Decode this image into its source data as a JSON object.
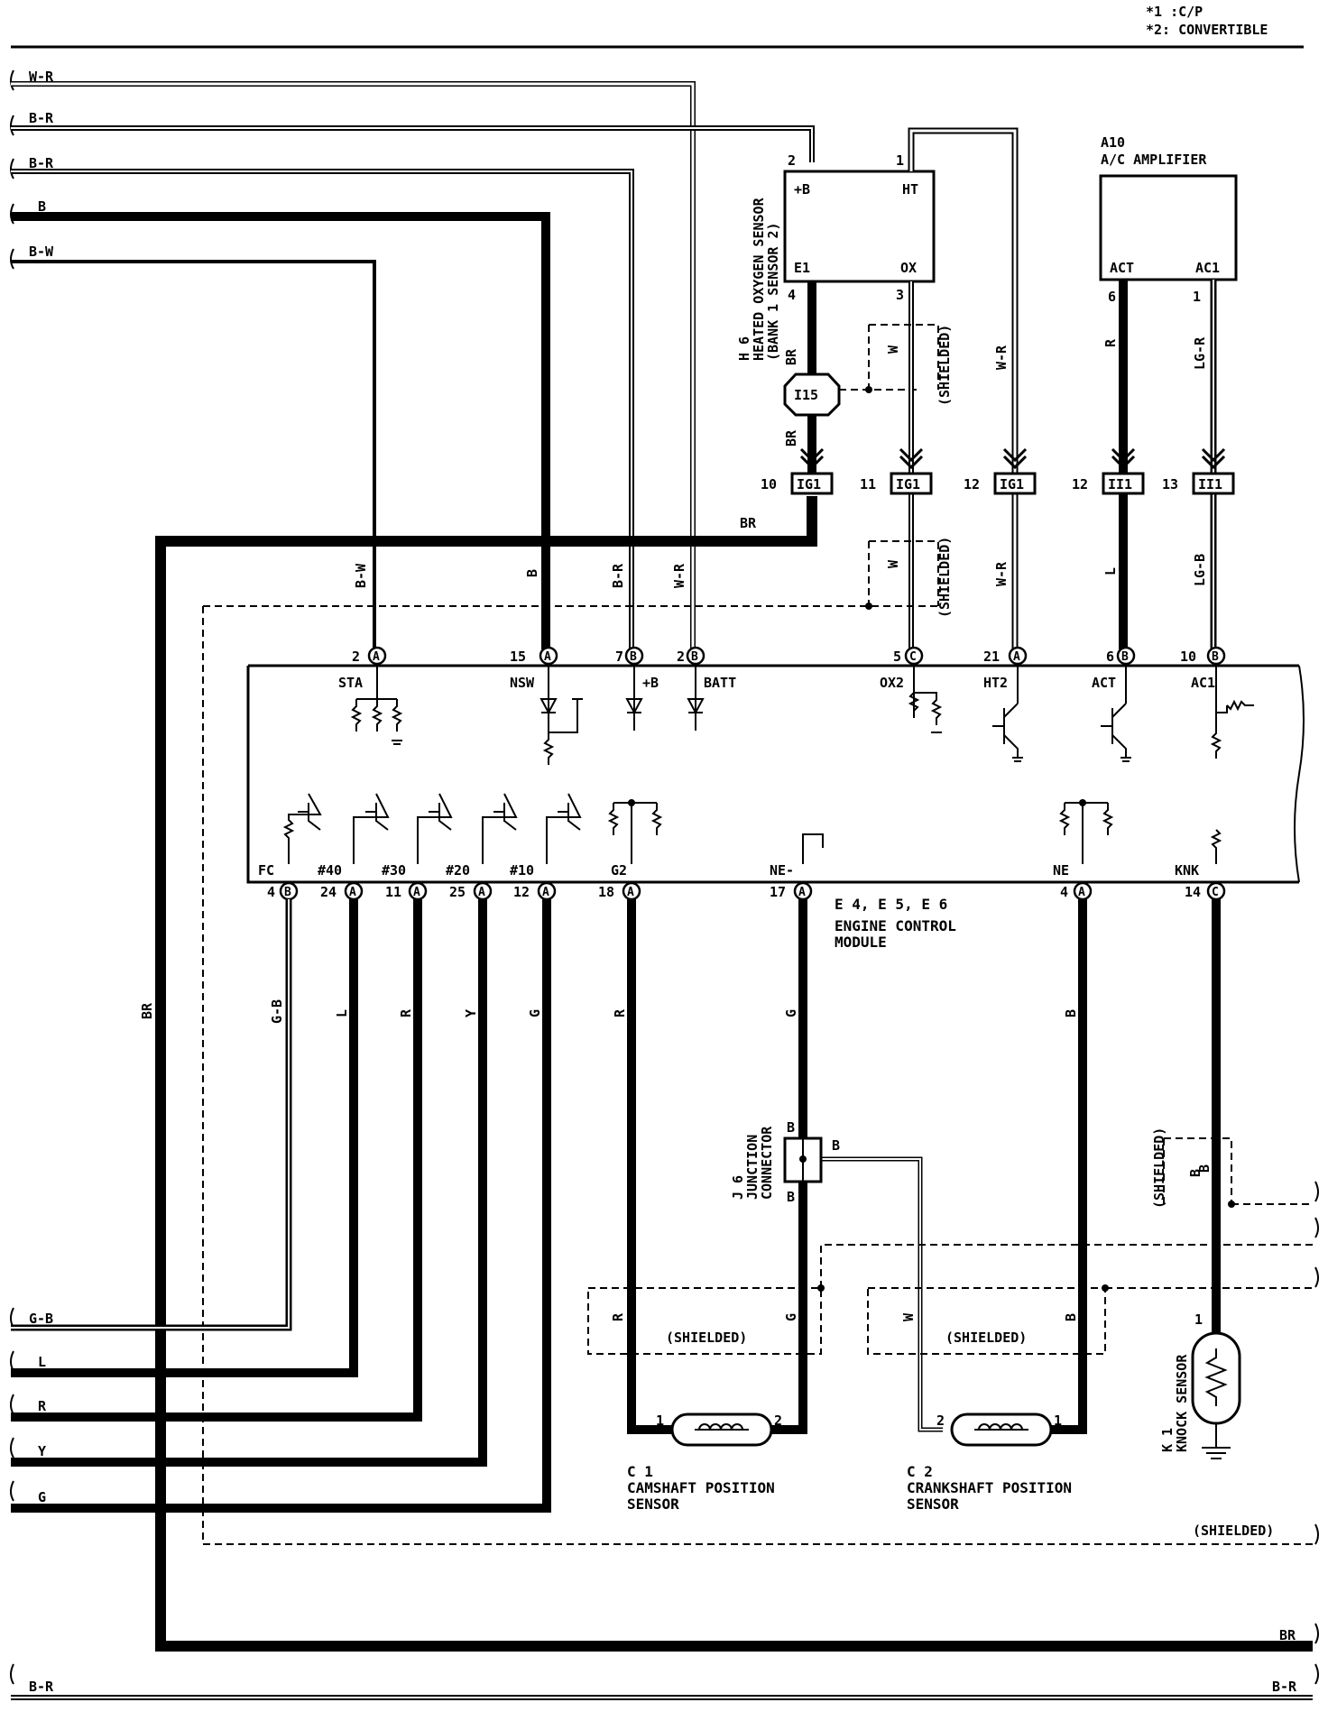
{
  "notes": {
    "n1": "*1 :C/P",
    "n2": "*2: CONVERTIBLE"
  },
  "left_wires": {
    "wr": "W-R",
    "br1": "B-R",
    "br2": "B-R",
    "b": "B",
    "bw": "B-W",
    "gb": "G-B",
    "l": "L",
    "r": "R",
    "y": "Y",
    "g": "G"
  },
  "bottom": {
    "br_left": "B-R",
    "br_right": "B-R",
    "br_long": "BR"
  },
  "h6": {
    "id": "H 6",
    "name1": "HEATED OXYGEN SENSOR",
    "name2": "(BANK 1 SENSOR 2)",
    "pin_b": "+B",
    "pin_ht": "HT",
    "pin_e1": "E1",
    "pin_ox": "OX",
    "p2": "2",
    "p1": "1",
    "p4": "4",
    "p3": "3"
  },
  "a10": {
    "id": "A10",
    "name": "A/C AMPLIFIER",
    "pin_act": "ACT",
    "pin_ac1": "AC1",
    "p6": "6",
    "p1": "1"
  },
  "splice": "I15",
  "wire_colors": {
    "br": "BR",
    "br2": "BR",
    "w": "W",
    "w2": "W",
    "wr": "W-R",
    "wr2": "W-R",
    "r": "R",
    "l": "L",
    "lgr": "LG-R",
    "lgb": "LG-B",
    "br_h": "BR",
    "bw": "B-W",
    "b": "B",
    "b_r": "B-R",
    "w_r": "W-R",
    "br_v": "BR"
  },
  "shielded": "(SHIELDED)",
  "connectors": [
    {
      "num": "10",
      "name": "IG1"
    },
    {
      "num": "11",
      "name": "IG1"
    },
    {
      "num": "12",
      "name": "IG1"
    },
    {
      "num": "12",
      "name": "II1"
    },
    {
      "num": "13",
      "name": "II1"
    }
  ],
  "ecm_top": [
    {
      "num": "2",
      "c": "A",
      "pin": "STA"
    },
    {
      "num": "15",
      "c": "A",
      "pin": "NSW"
    },
    {
      "num": "7",
      "c": "B",
      "pin": "+B"
    },
    {
      "num": "2",
      "c": "B",
      "pin": "BATT"
    },
    {
      "num": "5",
      "c": "C",
      "pin": "OX2"
    },
    {
      "num": "21",
      "c": "A",
      "pin": "HT2"
    },
    {
      "num": "6",
      "c": "B",
      "pin": "ACT"
    },
    {
      "num": "10",
      "c": "B",
      "pin": "AC1"
    }
  ],
  "ecm_bottom": [
    {
      "num": "4",
      "c": "B",
      "pin": "FC"
    },
    {
      "num": "24",
      "c": "A",
      "pin": "#40"
    },
    {
      "num": "11",
      "c": "A",
      "pin": "#30"
    },
    {
      "num": "25",
      "c": "A",
      "pin": "#20"
    },
    {
      "num": "12",
      "c": "A",
      "pin": "#10"
    },
    {
      "num": "18",
      "c": "A",
      "pin": "G2"
    },
    {
      "num": "17",
      "c": "A",
      "pin": "NE-"
    },
    {
      "num": "4",
      "c": "A",
      "pin": "NE"
    },
    {
      "num": "14",
      "c": "C",
      "pin": "KNK"
    }
  ],
  "ecm_label": {
    "codes": "E 4, E 5, E 6",
    "c1": "A",
    "c2": "B",
    "c3": "C",
    "l1": "ENGINE CONTROL",
    "l2": "MODULE"
  },
  "lower_wire_colors": {
    "gb": "G-B",
    "l": "L",
    "r": "R",
    "y": "Y",
    "g": "G",
    "r2": "R",
    "g2": "G",
    "b": "B",
    "b2": "B"
  },
  "j6": {
    "id": "J 6",
    "name1": "JUNCTION",
    "name2": "CONNECTOR",
    "b_top": "B",
    "b_right": "B",
    "b_bot": "B"
  },
  "c1": {
    "id": "C 1",
    "name1": "CAMSHAFT POSITION",
    "name2": "SENSOR",
    "p1": "1",
    "p2": "2"
  },
  "c2": {
    "id": "C 2",
    "name1": "CRANKSHAFT POSITION",
    "name2": "SENSOR",
    "p2": "2",
    "p1": "1"
  },
  "k1": {
    "id": "K 1",
    "name": "KNOCK SENSOR",
    "p1": "1"
  },
  "shield_labels": {
    "r": "R",
    "g": "G",
    "w": "W",
    "b": "B",
    "kb": "B"
  }
}
